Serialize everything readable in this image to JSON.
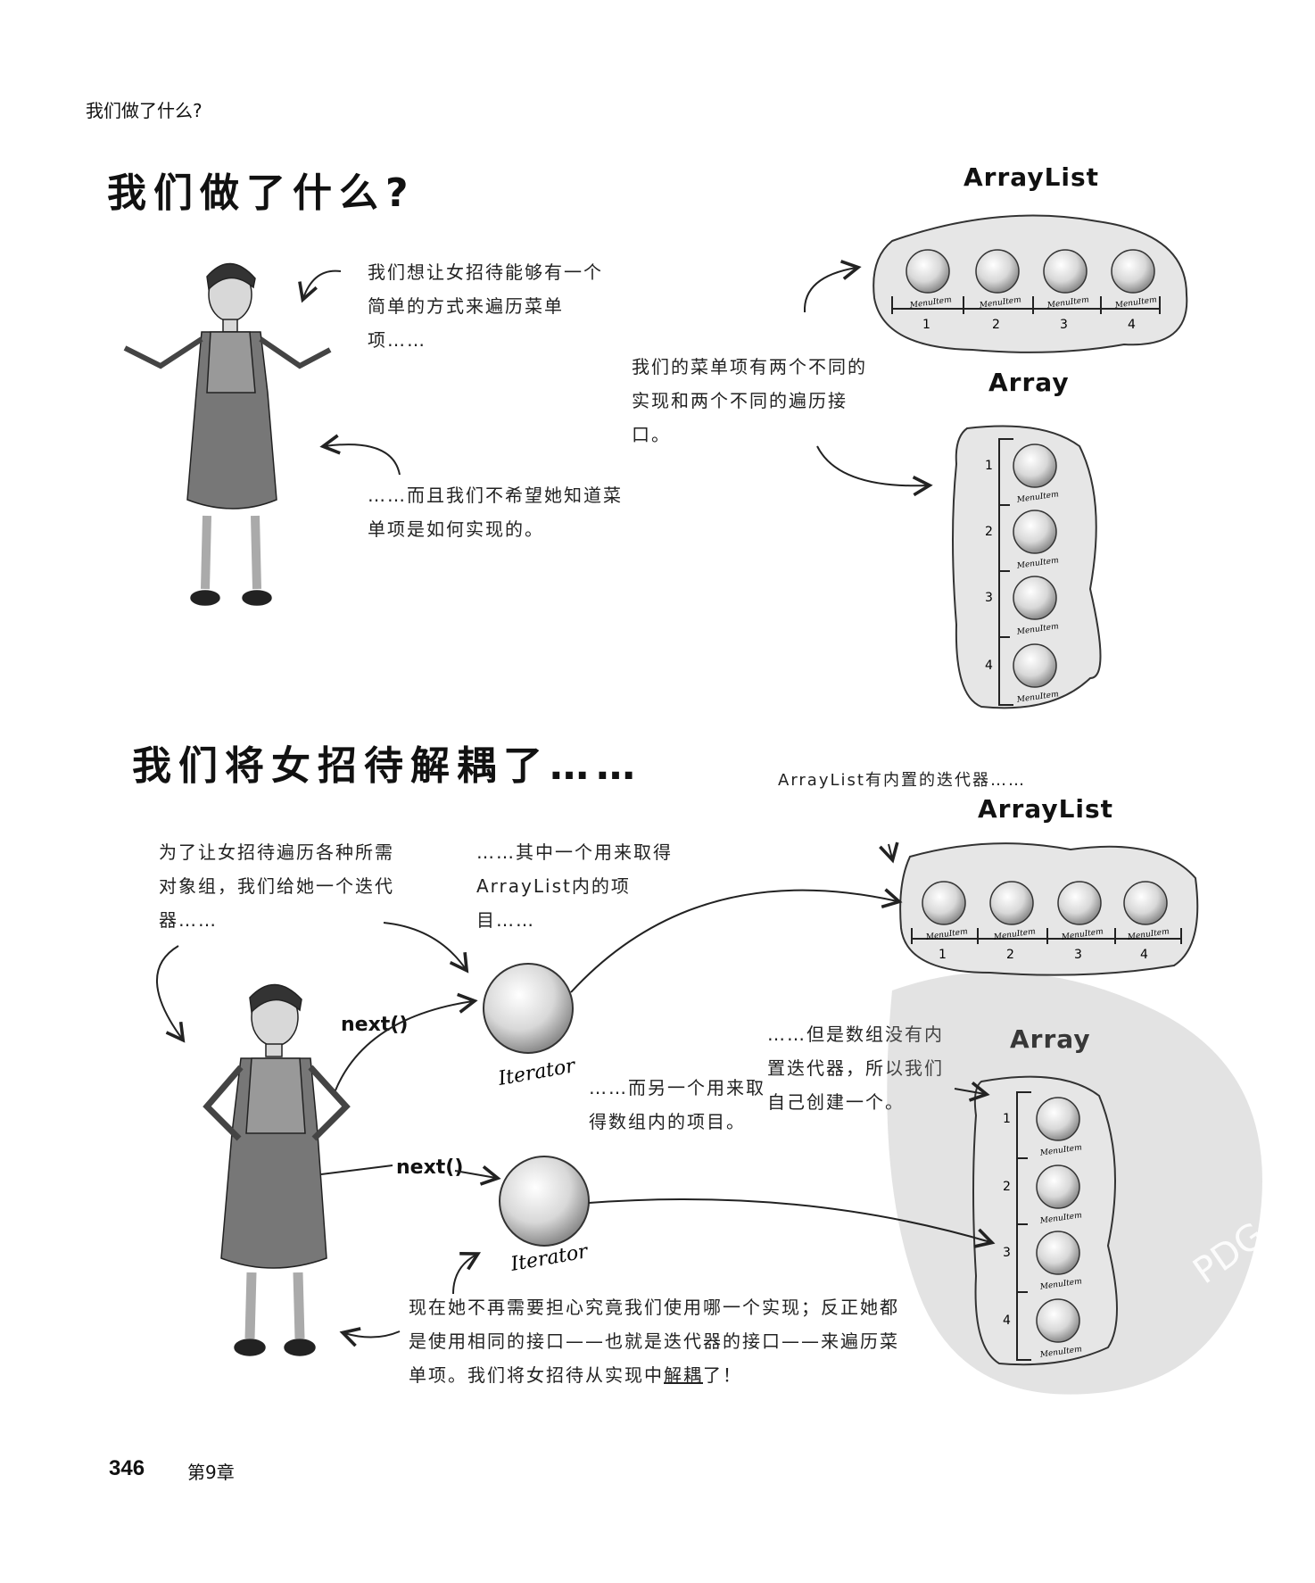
{
  "running_head": "我们做了什么?",
  "section1": {
    "title": "我们做了什么?",
    "note_top": "我们想让女招待能够有一个简单的方式来遍历菜单项……",
    "note_bottom": "……而且我们不希望她知道菜单项是如何实现的。",
    "note_right": "我们的菜单项有两个不同的实现和两个不同的遍历接口。",
    "arraylist_label": "ArrayList",
    "array_label": "Array"
  },
  "section2": {
    "title": "我们将女招待解耦了……",
    "note_give": "为了让女招待遍历各种所需对象组，我们给她一个迭代器……",
    "note_one": "……其中一个用来取得ArrayList内的项目……",
    "note_builtin": "ArrayList有内置的迭代器……",
    "note_other": "……而另一个用来取得数组内的项目。",
    "note_noiter": "……但是数组没有内置迭代器，所以我们自己创建一个。",
    "bottom_text_a": "现在她不再需要担心究竟我们使用哪一个实现；反正她都是使用相同的接口——也就是迭代器的接口——来遍历菜单项。我们将女招待从实现中",
    "bottom_text_u": "解耦",
    "bottom_text_b": "了！",
    "next_label_1": "next()",
    "next_label_2": "next()",
    "iterator_label_1": "Iterator",
    "iterator_label_2": "Iterator",
    "arraylist_label": "ArrayList",
    "array_label": "Array"
  },
  "menu_item_label": "MenuItem",
  "indices": [
    "1",
    "2",
    "3",
    "4"
  ],
  "watermark": "PDG",
  "footer": {
    "page_number": "346",
    "chapter": "第9章"
  }
}
